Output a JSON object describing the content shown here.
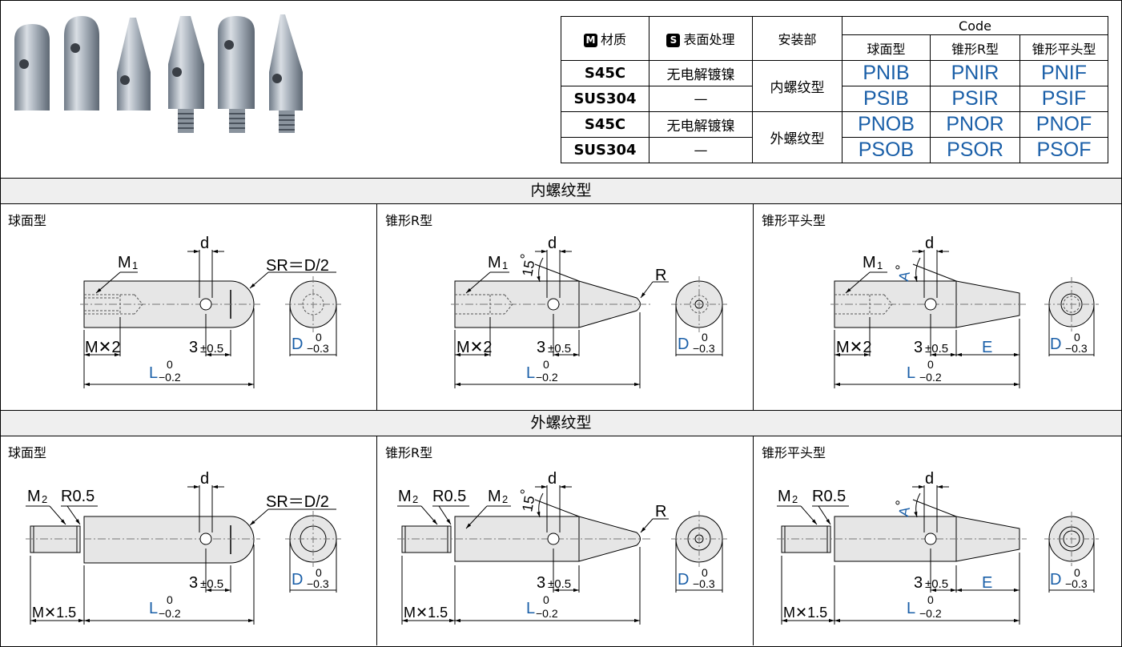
{
  "table": {
    "material_header": "材质",
    "material_badge": "M",
    "surface_header": "表面处理",
    "surface_badge": "S",
    "mount_header": "安装部",
    "code_header": "Code",
    "code_cols": [
      "球面型",
      "锥形R型",
      "锥形平头型"
    ],
    "rows": [
      {
        "material": "S45C",
        "surface": "无电解镀镍",
        "codes": [
          "PNIB",
          "PNIR",
          "PNIF"
        ]
      },
      {
        "material": "SUS304",
        "surface": "—",
        "codes": [
          "PSIB",
          "PSIR",
          "PSIF"
        ]
      },
      {
        "material": "S45C",
        "surface": "无电解镀镍",
        "codes": [
          "PNOB",
          "PNOR",
          "PNOF"
        ]
      },
      {
        "material": "SUS304",
        "surface": "—",
        "codes": [
          "PSOB",
          "PSOR",
          "PSOF"
        ]
      }
    ],
    "mounts": [
      "内螺纹型",
      "外螺纹型"
    ]
  },
  "sections": {
    "internal": "内螺纹型",
    "external": "外螺纹型"
  },
  "panels": {
    "ball": "球面型",
    "cone_r": "锥形R型",
    "cone_flat": "锥形平头型"
  },
  "labels": {
    "d": "d",
    "m1": "M",
    "m1_sub": "1",
    "m2": "M",
    "m2_sub": "2",
    "sr": "SR＝D/2",
    "r": "R",
    "r05": "R0.5",
    "mx2": "M✕2",
    "mx15": "M✕1.5",
    "three": "3",
    "pm05": "±0.5",
    "L": "L",
    "D": "D",
    "E": "E",
    "A": "A",
    "deg": "°",
    "fifteen": "15",
    "tol_zero": "0",
    "tol_02": "−0.2",
    "tol_03": "−0.3"
  },
  "colors": {
    "code_blue": "#1a5fa8",
    "dim_blue": "#1a5fa8",
    "part_fill": "#e6e6e6",
    "section_bg": "#efefef"
  }
}
